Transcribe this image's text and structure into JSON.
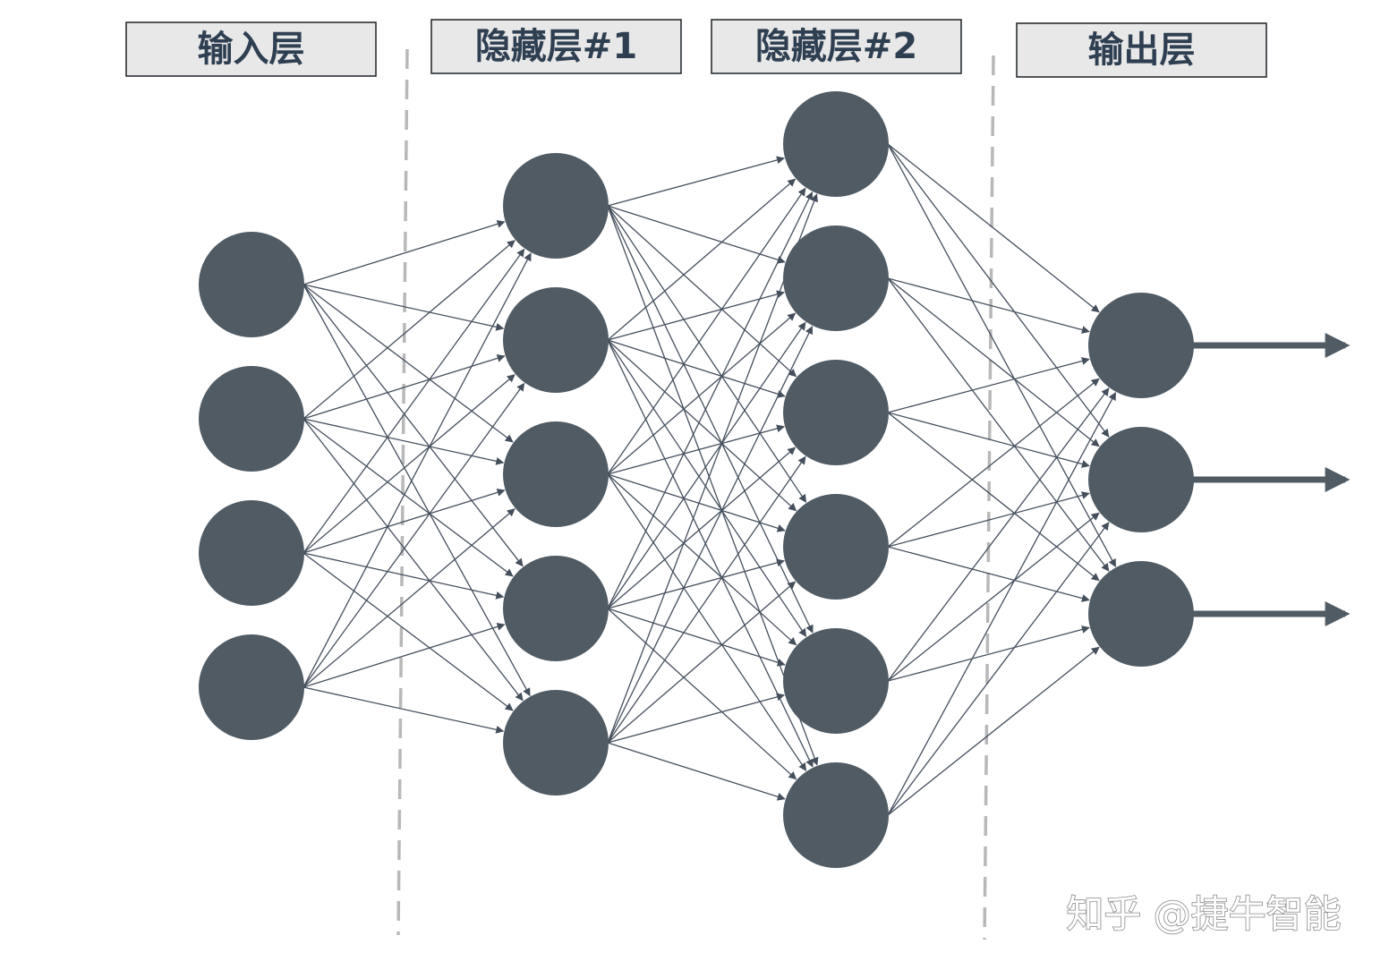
{
  "diagram": {
    "type": "feedforward-neural-network",
    "colors": {
      "node": "#505b64",
      "edge": "#454f5c",
      "label_text": "#2f3f52",
      "label_box": "#e8e8e8",
      "divider": "#b8b8b8"
    },
    "layers": [
      {
        "id": "input",
        "label": "输入层",
        "node_count": 4
      },
      {
        "id": "hidden-1",
        "label": "隐藏层#1",
        "node_count": 5
      },
      {
        "id": "hidden-2",
        "label": "隐藏层#2",
        "node_count": 6
      },
      {
        "id": "output",
        "label": "输出层",
        "node_count": 3
      }
    ],
    "connectivity": "fully-connected",
    "output_arrows": 3
  },
  "watermark": {
    "text": "知乎 @捷牛智能"
  }
}
